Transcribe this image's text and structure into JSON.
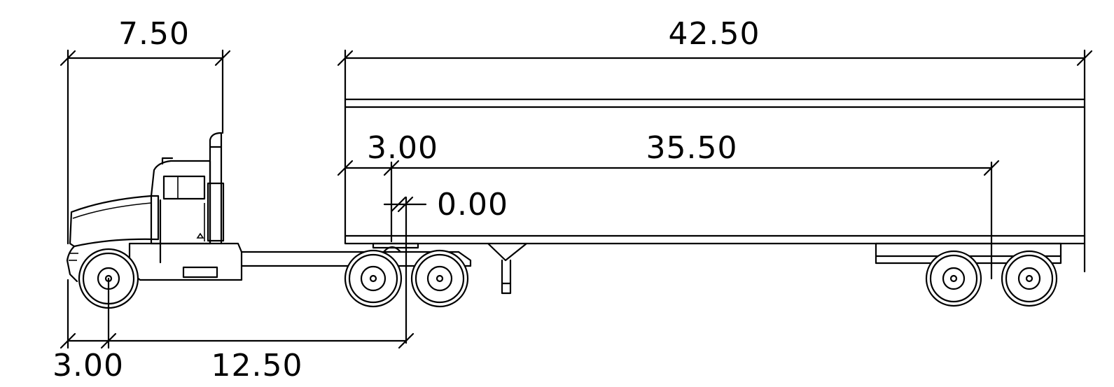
{
  "dimensions": {
    "cab_length": "7.50",
    "trailer_length": "42.50",
    "kingpin_setback": "3.00",
    "kingpin_to_axle": "35.50",
    "fifth_wheel_offset": "0.00",
    "front_overhang": "3.00",
    "wheelbase": "12.50"
  },
  "colors": {
    "line": "#000000",
    "background": "#ffffff"
  }
}
